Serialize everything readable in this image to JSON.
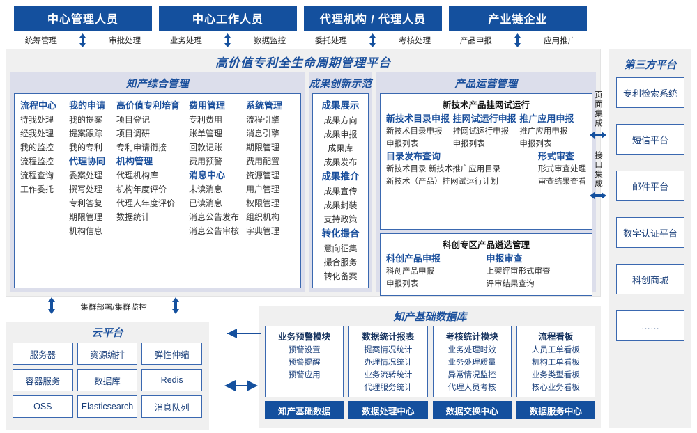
{
  "roles": [
    {
      "title": "中心管理人员",
      "left": "统筹管理",
      "right": "审批处理"
    },
    {
      "title": "中心工作人员",
      "left": "业务处理",
      "right": "数据监控"
    },
    {
      "title": "代理机构 / 代理人员",
      "left": "委托处理",
      "right": "考核处理"
    },
    {
      "title": "产业链企业",
      "left": "产品申报",
      "right": "应用推广"
    }
  ],
  "platform": {
    "title": "高价值专利全生命周期管理平台",
    "groups": {
      "zhichan": {
        "title": "知产综合管理",
        "columns": [
          {
            "blocks": [
              {
                "head": "流程中心",
                "items": [
                  "待我处理",
                  "经我处理",
                  "我的监控",
                  "流程监控",
                  "流程查询",
                  "工作委托"
                ]
              }
            ]
          },
          {
            "blocks": [
              {
                "head": "我的申请",
                "items": [
                  "我的提案",
                  "提案跟踪",
                  "我的专利"
                ]
              },
              {
                "head": "代理协同",
                "items": [
                  "委案处理",
                  "撰写处理",
                  "专利答复",
                  "期限管理",
                  "机构信息"
                ]
              }
            ]
          },
          {
            "blocks": [
              {
                "head": "高价值专利培育",
                "items": [
                  "项目登记",
                  "项目调研",
                  "专利申请衔接"
                ]
              },
              {
                "head": "机构管理",
                "items": [
                  "代理机构库",
                  "机构年度评价",
                  "代理人年度评价",
                  "数据统计"
                ]
              }
            ]
          },
          {
            "blocks": [
              {
                "head": "费用管理",
                "items": [
                  "专利费用",
                  "账单管理",
                  "回款记账",
                  "费用预警"
                ]
              },
              {
                "head": "消息中心",
                "items": [
                  "未读消息",
                  "已读消息",
                  "消息公告发布",
                  "消息公告审核"
                ]
              }
            ]
          },
          {
            "blocks": [
              {
                "head": "系统管理",
                "items": [
                  "流程引擎",
                  "消息引擎",
                  "期限管理",
                  "费用配置",
                  "资源管理",
                  "用户管理",
                  "权限管理",
                  "组织机构",
                  "字典管理"
                ]
              }
            ]
          }
        ]
      },
      "chengguo": {
        "title": "成果创新示范",
        "blocks": [
          {
            "head": "成果展示",
            "items": [
              "成果方向",
              "成果申报",
              "成果库",
              "成果发布"
            ]
          },
          {
            "head": "成果推介",
            "items": [
              "成果宣传",
              "成果封装",
              "支持政策"
            ]
          },
          {
            "head": "转化撮合",
            "items": [
              "意向征集",
              "撮合服务",
              "转化备案"
            ]
          }
        ]
      },
      "chanpin": {
        "title": "产品运营管理",
        "sub_boxes": [
          {
            "title": "新技术产品挂网试运行",
            "rows": [
              {
                "columns": [
                  {
                    "head": "新技术目录申报",
                    "items": [
                      "新技术目录申报",
                      "申报列表"
                    ]
                  },
                  {
                    "head": "挂网试运行申报",
                    "items": [
                      "挂网试运行申报",
                      "申报列表"
                    ]
                  },
                  {
                    "head": "推广应用申报",
                    "items": [
                      "推广应用申报",
                      "申报列表"
                    ]
                  }
                ]
              },
              {
                "columns": [
                  {
                    "head": "目录发布查询",
                    "items": [
                      "新技术目录    新技术推广应用目录",
                      "新技术（产品）挂网试运行计划"
                    ]
                  },
                  {
                    "head": "形式审查",
                    "items": [
                      "形式审查处理",
                      "审查结果查看"
                    ]
                  }
                ]
              }
            ]
          },
          {
            "title": "科创专区产品遴选管理",
            "rows": [
              {
                "columns": [
                  {
                    "head": "科创产品申报",
                    "items": [
                      "科创产品申报",
                      "申报列表"
                    ]
                  },
                  {
                    "head": "申报审查",
                    "items": [
                      "上架评审形式审查",
                      "评审结果查询"
                    ]
                  }
                ]
              }
            ]
          }
        ]
      }
    }
  },
  "integration": {
    "page": "页面集成",
    "api": "接口集成"
  },
  "third_party": {
    "title": "第三方平台",
    "items": [
      "专利检索系统",
      "短信平台",
      "邮件平台",
      "数字认证平台",
      "科创商城",
      "……"
    ]
  },
  "cluster_label": "集群部署/集群监控",
  "cloud": {
    "title": "云平台",
    "items": [
      "服务器",
      "资源编排",
      "弹性伸缩",
      "容器服务",
      "数据库",
      "Redis",
      "OSS",
      "Elasticsearch",
      "消息队列"
    ]
  },
  "database": {
    "title": "知产基础数据库",
    "columns": [
      {
        "head": "业务预警模块",
        "items": [
          "预警设置",
          "预警提醒",
          "预警应用"
        ],
        "foot": "知产基础数据"
      },
      {
        "head": "数据统计报表",
        "items": [
          "提案情况统计",
          "办理情况统计",
          "业务流转统计",
          "代理服务统计"
        ],
        "foot": "数据处理中心"
      },
      {
        "head": "考核统计模块",
        "items": [
          "业务处理时效",
          "业务处理质量",
          "异常情况监控",
          "代理人员考核"
        ],
        "foot": "数据交换中心"
      },
      {
        "head": "流程看板",
        "items": [
          "人员工单看板",
          "机构工单看板",
          "业务类型看板",
          "核心业务看板"
        ],
        "foot": "数据服务中心"
      }
    ]
  },
  "colors": {
    "brand_blue": "#14509e",
    "title_blue": "#1a4f9c",
    "border_blue": "#3a68b0",
    "panel_bg": "#f0f0f0",
    "group_bg": "#dcdeeb"
  }
}
